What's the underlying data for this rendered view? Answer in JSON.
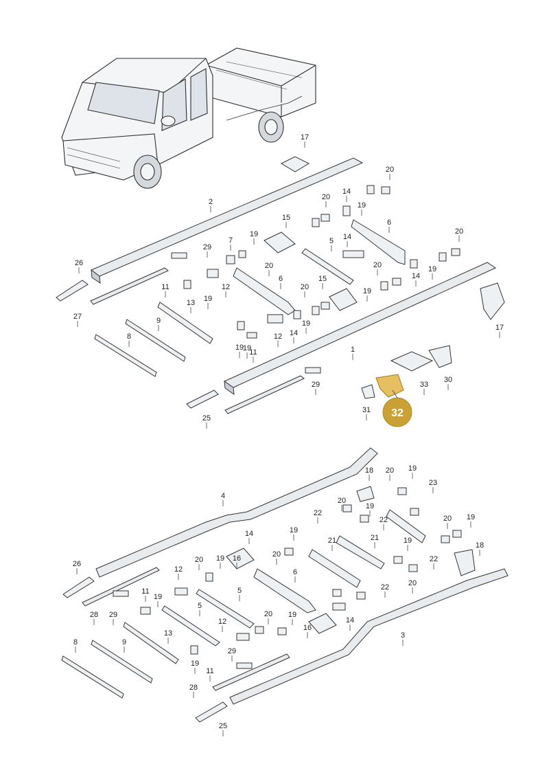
{
  "diagram": {
    "highlight": {
      "label": "32",
      "color": "#c9a137",
      "text_color": "#ffffff"
    },
    "upper_labels": [
      "17",
      "2",
      "20",
      "14",
      "20",
      "19",
      "20",
      "15",
      "6",
      "19",
      "14",
      "7",
      "5",
      "29",
      "19",
      "26",
      "20",
      "20",
      "12",
      "19",
      "11",
      "19",
      "6",
      "15",
      "14",
      "19",
      "17",
      "20",
      "13",
      "19",
      "12",
      "14",
      "9",
      "19",
      "11",
      "1",
      "8",
      "27",
      "29",
      "25",
      "33",
      "30",
      "31"
    ],
    "lower_labels": [
      "4",
      "18",
      "20",
      "19",
      "23",
      "22",
      "20",
      "19",
      "22",
      "20",
      "19",
      "14",
      "19",
      "21",
      "21",
      "19",
      "18",
      "26",
      "20",
      "19",
      "16",
      "20",
      "6",
      "22",
      "12",
      "5",
      "28",
      "29",
      "11",
      "19",
      "19",
      "20",
      "5",
      "14",
      "13",
      "12",
      "16",
      "22",
      "20",
      "19",
      "8",
      "9",
      "29",
      "11",
      "28",
      "3",
      "25"
    ]
  }
}
